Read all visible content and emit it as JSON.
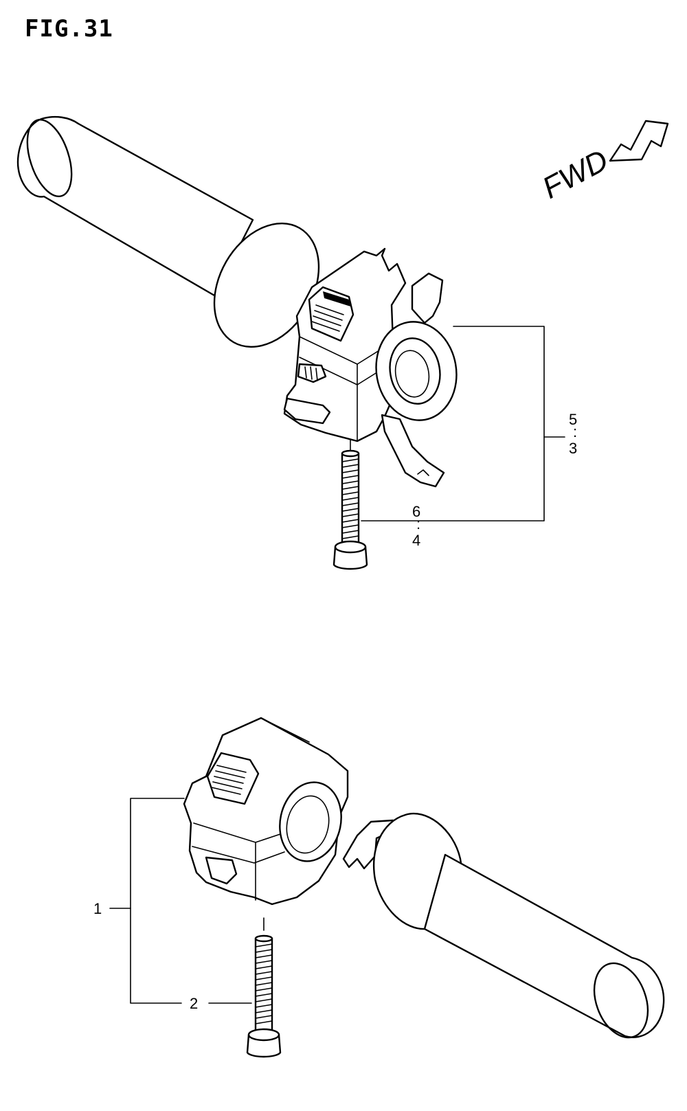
{
  "figure": {
    "title": "FIG.31",
    "direction_label": "FWD"
  },
  "callouts": {
    "part_1": "1",
    "part_2": "2",
    "part_3": "3",
    "part_4": "4",
    "part_5": "5",
    "part_6": "6",
    "sep_53": ":",
    "sep_64": ":"
  },
  "colors": {
    "line": "#000000",
    "background": "#ffffff"
  },
  "icons": {
    "direction": "fwd-arrow-icon"
  }
}
